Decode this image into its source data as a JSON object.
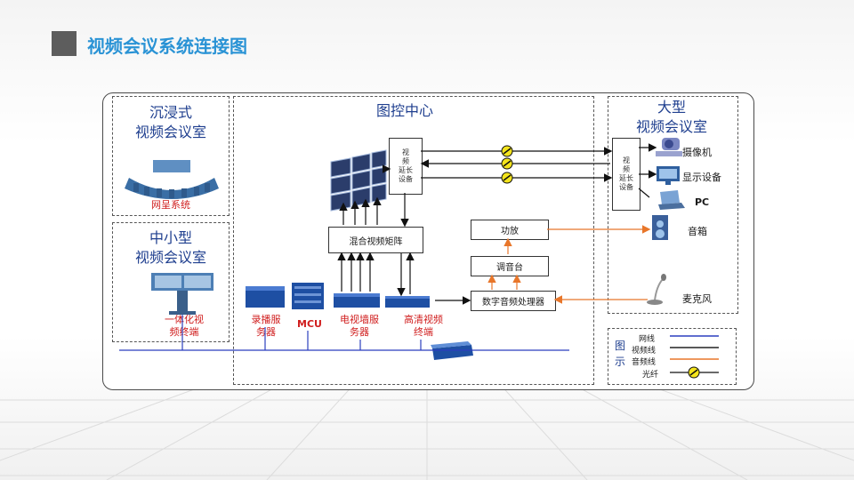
{
  "title": "视频会议系统连接图",
  "rooms": {
    "immersive": {
      "line1": "沉浸式",
      "line2": "视频会议室",
      "device": "网呈系统"
    },
    "small": {
      "line1": "中小型",
      "line2": "视频会议室",
      "device_line1": "一体化视",
      "device_line2": "频终端"
    },
    "large": {
      "line1": "大型",
      "line2": "视频会议室"
    }
  },
  "center": {
    "title": "图控中心",
    "extender_left": [
      "视",
      "频",
      "延",
      "长",
      "设",
      "备"
    ],
    "matrix": "混合视频矩阵",
    "amp": "功放",
    "mixer": "调音台",
    "dsp": "数字音频处理器",
    "servers": [
      {
        "line1": "录播服",
        "line2": "务器"
      },
      {
        "line1": "MCU",
        "line2": ""
      },
      {
        "line1": "电视墙服",
        "line2": "务器"
      },
      {
        "line1": "高清视频",
        "line2": "终端"
      }
    ]
  },
  "large_devices": {
    "extender_right": [
      "视",
      "频",
      "延",
      "长",
      "设",
      "备"
    ],
    "camera": "摄像机",
    "display": "显示设备",
    "pc": "PC",
    "speaker": "音箱",
    "mic": "麦克风"
  },
  "legend": {
    "title": [
      "图",
      "示"
    ],
    "items": [
      {
        "label": "网线",
        "color": "#2b3fbf"
      },
      {
        "label": "视频线",
        "color": "#222222"
      },
      {
        "label": "音频线",
        "color": "#e8762a"
      },
      {
        "label": "光纤",
        "color": "#f4e41c"
      }
    ]
  }
}
